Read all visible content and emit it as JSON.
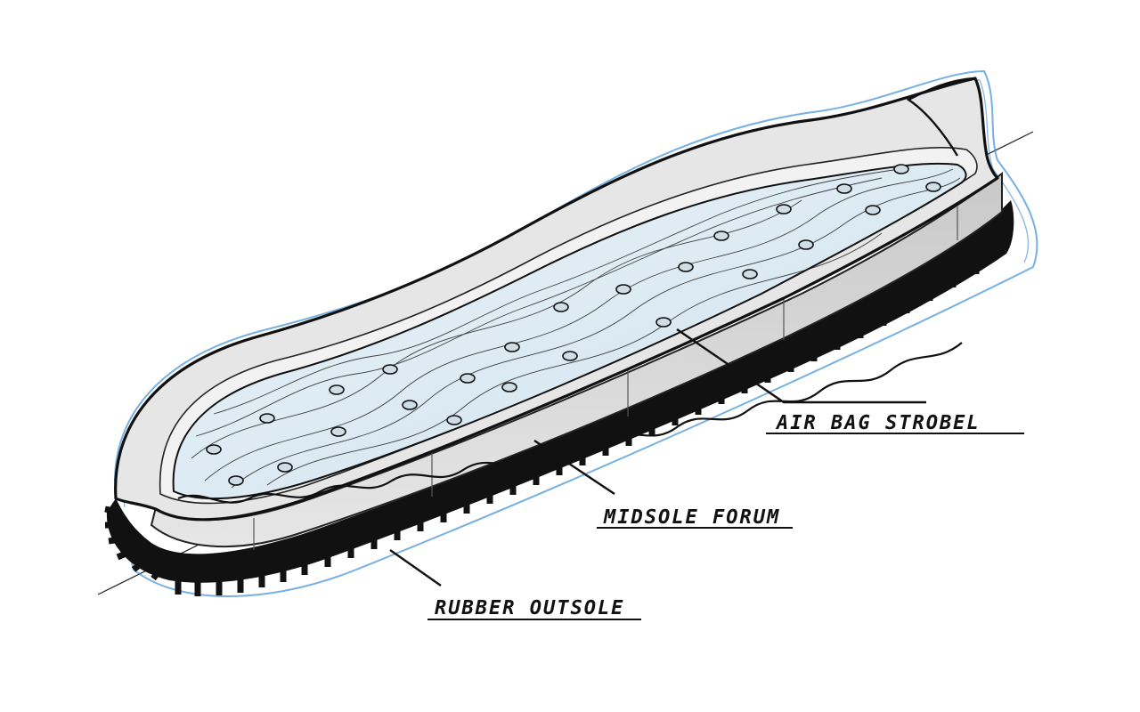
{
  "labels": {
    "air_bag": "AIR BAG STROBEL",
    "midsole": "MIDSOLE FORUM",
    "outsole": "RUBBER OUTSOLE"
  },
  "colors": {
    "ink": "#111111",
    "sketch_blue": "#3d8fd6",
    "air_bag_fill": "#dcebf3",
    "midsole_fill": "#d9d9d9",
    "rim_fill": "#e8e8e8"
  }
}
